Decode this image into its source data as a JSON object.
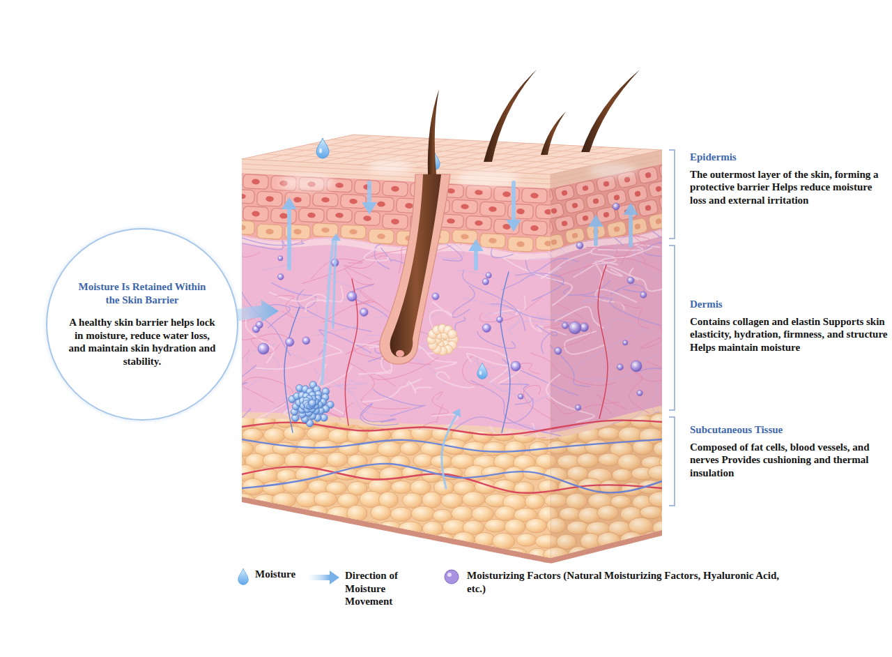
{
  "diagram": {
    "nodes": [
      {
        "text": [
          "Moisture Is Retained Within the Skin Barrier",
          "A healthy skin barrier helps lock in moisture, reduce water loss, and maintain skin hydration and stability."
        ]
      }
    ],
    "labels": [
      "Epidermis",
      "The outermost layer of the skin, forming a protective barrier Helps reduce moisture loss and external irritation",
      "Dermis",
      "Contains collagen and elastin Supports skin elasticity, hydration, firmness, and structure Helps maintain moisture",
      "Subcutaneous Tissue",
      "Composed of fat cells, blood vessels, and nerves Provides cushioning and thermal insulation"
    ],
    "legend": [
      {
        "text": "Moisture"
      },
      {
        "text": "Direction of Moisture Movement"
      },
      {
        "text": "Moisturizing Factors (Natural Moisturizing Factors, Hyaluronic Acid, etc.)",
        "color": "#a992e0"
      }
    ]
  }
}
